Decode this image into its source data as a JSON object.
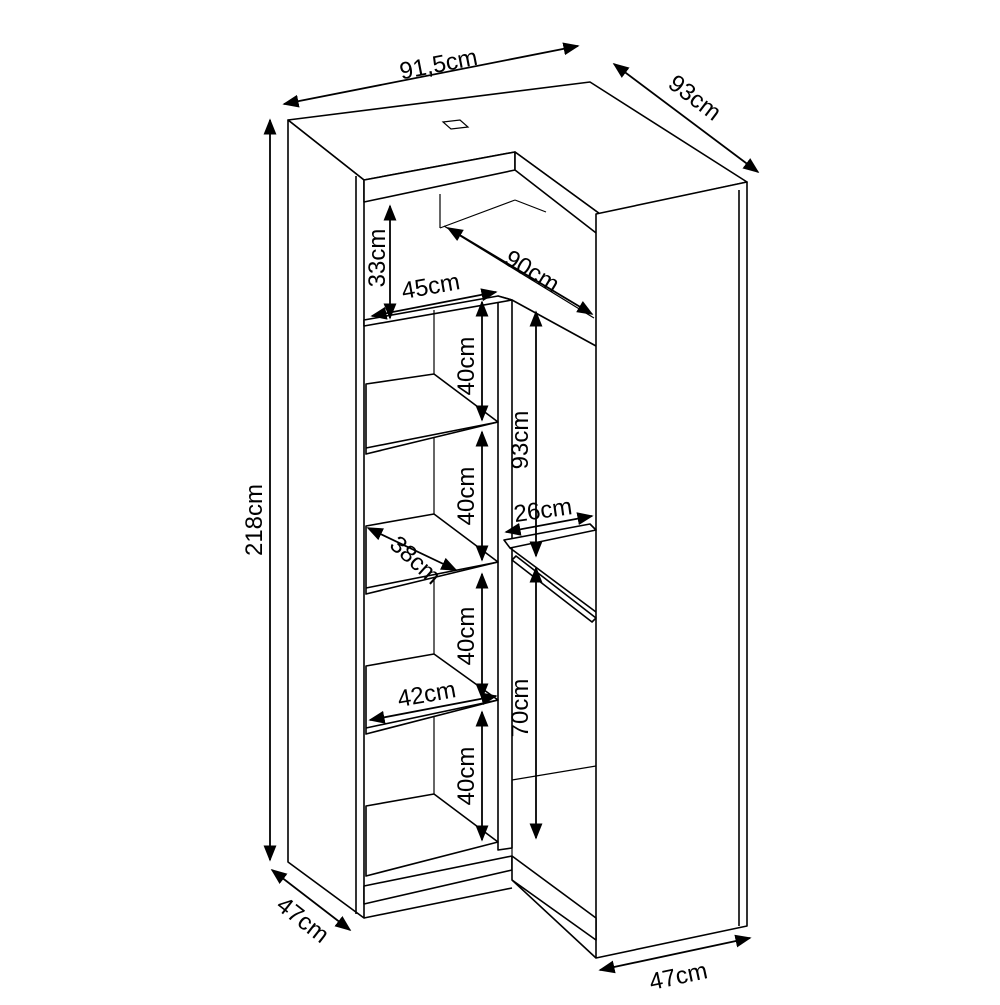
{
  "dimensions": {
    "width_top": "91,5cm",
    "depth_top": "93cm",
    "height_total": "218cm",
    "depth_bottom_left": "47cm",
    "depth_bottom_right": "47cm",
    "top_niche_height": "33cm",
    "top_niche_width": "45cm",
    "top_shelf_diagonal": "90cm",
    "shelf_gap_1": "40cm",
    "shelf_gap_2": "40cm",
    "shelf_gap_3": "40cm",
    "shelf_gap_4": "40cm",
    "shelf_depth": "38cm",
    "shelf_width": "42cm",
    "upper_hanging_height": "93cm",
    "side_shelf_width": "26cm",
    "lower_hanging_height": "70cm"
  },
  "colors": {
    "line": "#000000",
    "background": "#ffffff"
  }
}
